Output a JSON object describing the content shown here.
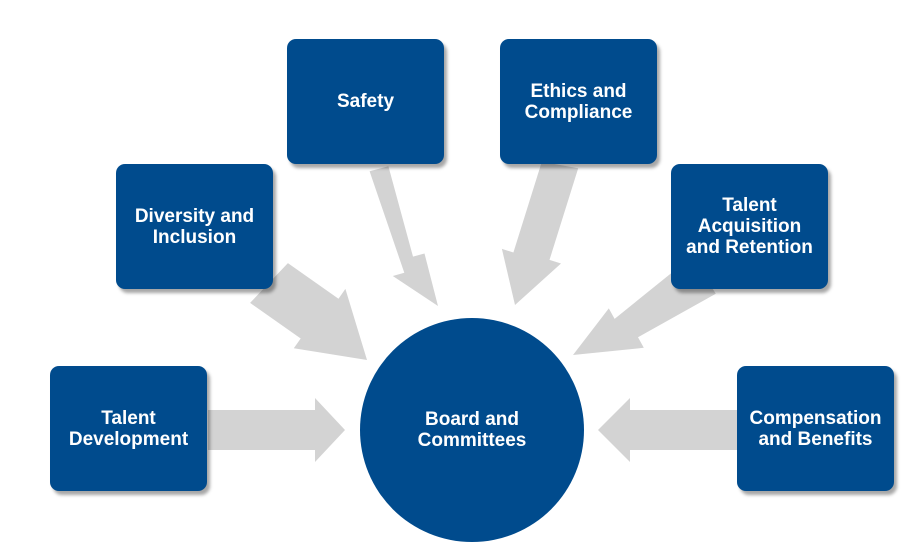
{
  "diagram": {
    "center": {
      "label": "Board and\nCommittees"
    },
    "inputs": [
      {
        "id": "talent-development",
        "label": "Talent\nDevelopment"
      },
      {
        "id": "diversity-and-inclusion",
        "label": "Diversity and\nInclusion"
      },
      {
        "id": "safety",
        "label": "Safety"
      },
      {
        "id": "ethics-and-compliance",
        "label": "Ethics and\nCompliance"
      },
      {
        "id": "talent-acquisition-and-retention",
        "label": "Talent\nAcquisition\nand Retention"
      },
      {
        "id": "compensation-and-benefits",
        "label": "Compensation\nand Benefits"
      }
    ]
  },
  "colors": {
    "box_fill": "#004b8d",
    "text": "#ffffff",
    "arrow": "#d3d3d3"
  }
}
